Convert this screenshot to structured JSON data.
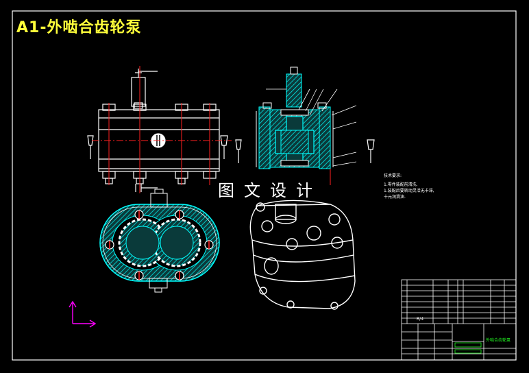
{
  "drawing": {
    "title": "A1-外啮合齿轮泵",
    "watermark": "图文设计",
    "notes_heading": "技术要求:",
    "notes": [
      "1.零件装配前清洗.",
      "1.装配后要转动灵活无卡滞,",
      "十元润滑油."
    ],
    "title_block": {
      "label_left": "R/4",
      "label_right": "外啮合齿轮泵"
    }
  },
  "colors": {
    "background": "#000000",
    "lines": "#ffffff",
    "title": "#ffff3a",
    "section_hatch": "#00ffff",
    "centerline": "#ff2020",
    "ucs_axis": "#ff00ff",
    "title_block_green": "#22ff22"
  }
}
